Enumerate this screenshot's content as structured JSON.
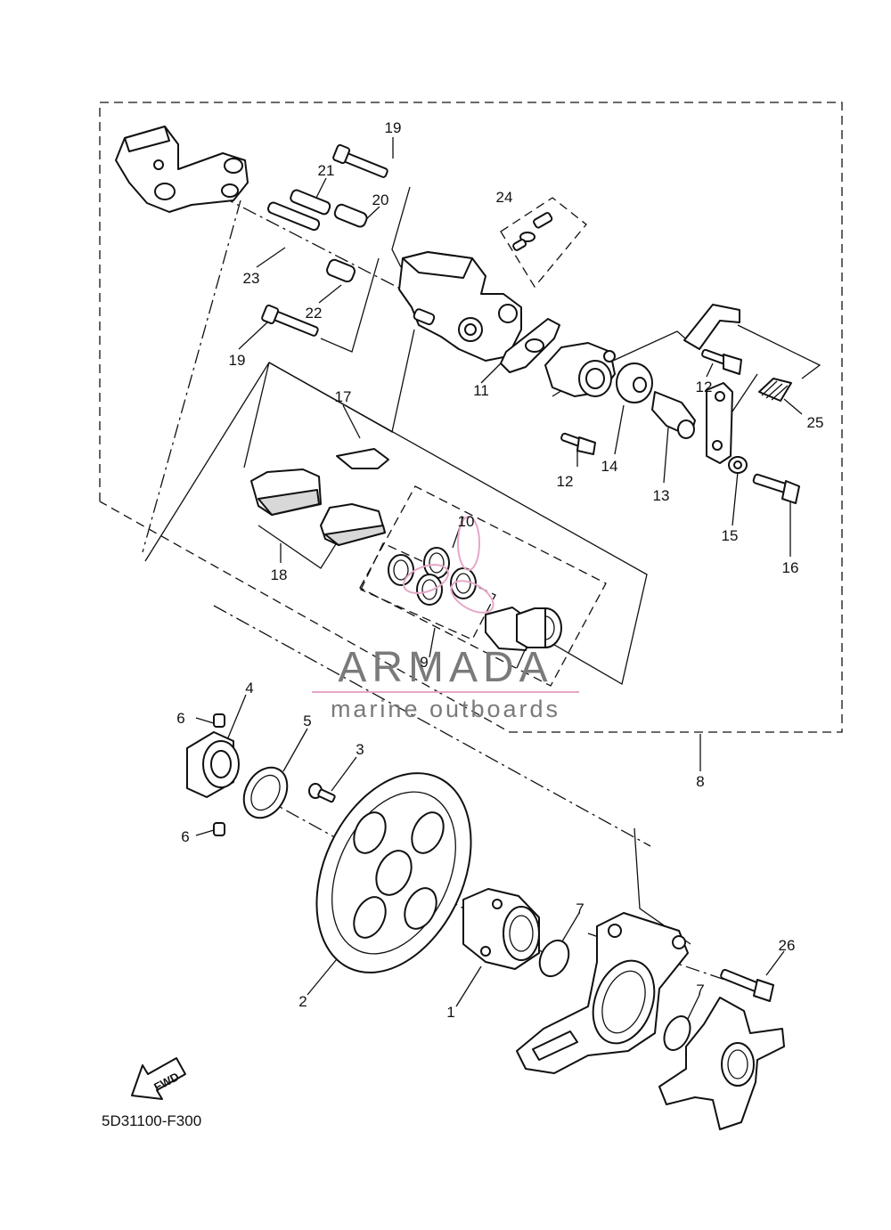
{
  "diagram_code": "5D31100-F300",
  "fwd_label": "FWD",
  "watermark": {
    "brand": "ARMADA",
    "tagline": "marine outboards",
    "accent_color": "#e6a7c8",
    "text_color": "#7a7a7a"
  },
  "callouts": [
    {
      "id": "c1",
      "number": "1"
    },
    {
      "id": "c2",
      "number": "2"
    },
    {
      "id": "c3",
      "number": "3"
    },
    {
      "id": "c4",
      "number": "4"
    },
    {
      "id": "c5",
      "number": "5"
    },
    {
      "id": "c6a",
      "number": "6"
    },
    {
      "id": "c6b",
      "number": "6"
    },
    {
      "id": "c7a",
      "number": "7"
    },
    {
      "id": "c7b",
      "number": "7"
    },
    {
      "id": "c8",
      "number": "8"
    },
    {
      "id": "c9",
      "number": "9"
    },
    {
      "id": "c10",
      "number": "10"
    },
    {
      "id": "c11",
      "number": "11"
    },
    {
      "id": "c12a",
      "number": "12"
    },
    {
      "id": "c12b",
      "number": "12"
    },
    {
      "id": "c13",
      "number": "13"
    },
    {
      "id": "c14",
      "number": "14"
    },
    {
      "id": "c15",
      "number": "15"
    },
    {
      "id": "c16",
      "number": "16"
    },
    {
      "id": "c17",
      "number": "17"
    },
    {
      "id": "c18",
      "number": "18"
    },
    {
      "id": "c19a",
      "number": "19"
    },
    {
      "id": "c19b",
      "number": "19"
    },
    {
      "id": "c20",
      "number": "20"
    },
    {
      "id": "c21",
      "number": "21"
    },
    {
      "id": "c22",
      "number": "22"
    },
    {
      "id": "c23",
      "number": "23"
    },
    {
      "id": "c24",
      "number": "24"
    },
    {
      "id": "c25",
      "number": "25"
    },
    {
      "id": "c26",
      "number": "26"
    }
  ]
}
